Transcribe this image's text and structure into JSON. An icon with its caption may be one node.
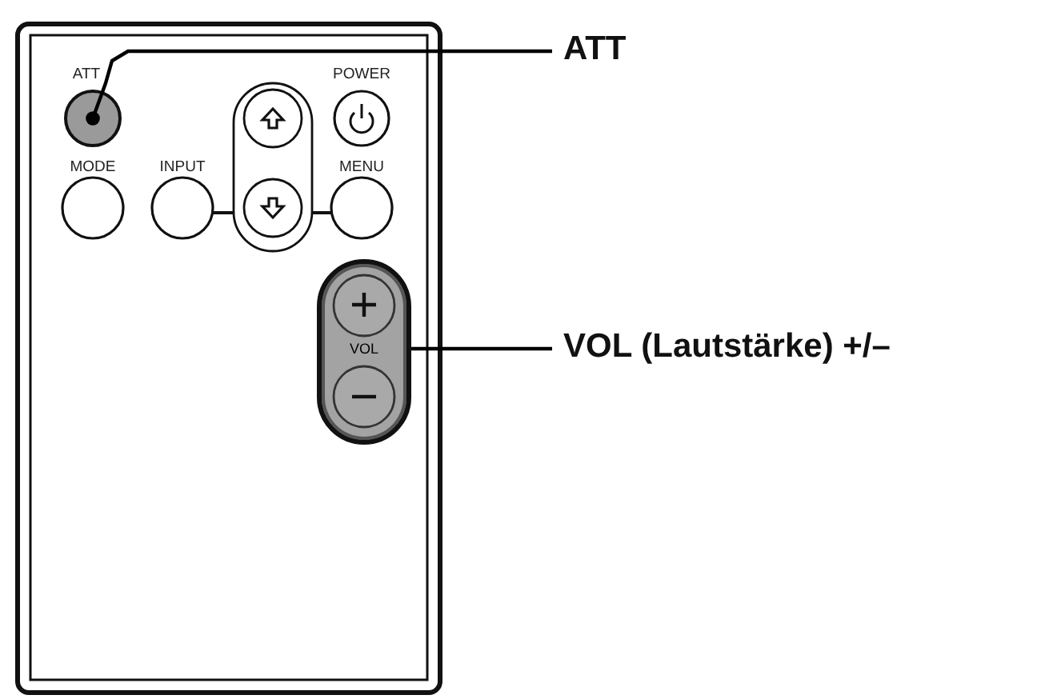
{
  "diagram": {
    "nodes": [
      {
        "text": [
          "ATT"
        ]
      },
      {
        "text": [],
        "shape": "circle"
      },
      {
        "text": [
          "VOL (Lautstärke) +/–"
        ]
      },
      {
        "text": [
          "VOL"
        ]
      }
    ],
    "edges": [
      {
        "from": 0,
        "to": 1,
        "arrow": "other"
      },
      {
        "from": 2,
        "to": 3,
        "arrow": "none"
      }
    ],
    "labels": [
      "ATT",
      "POWER",
      "MODE",
      "INPUT",
      "MENU"
    ]
  }
}
